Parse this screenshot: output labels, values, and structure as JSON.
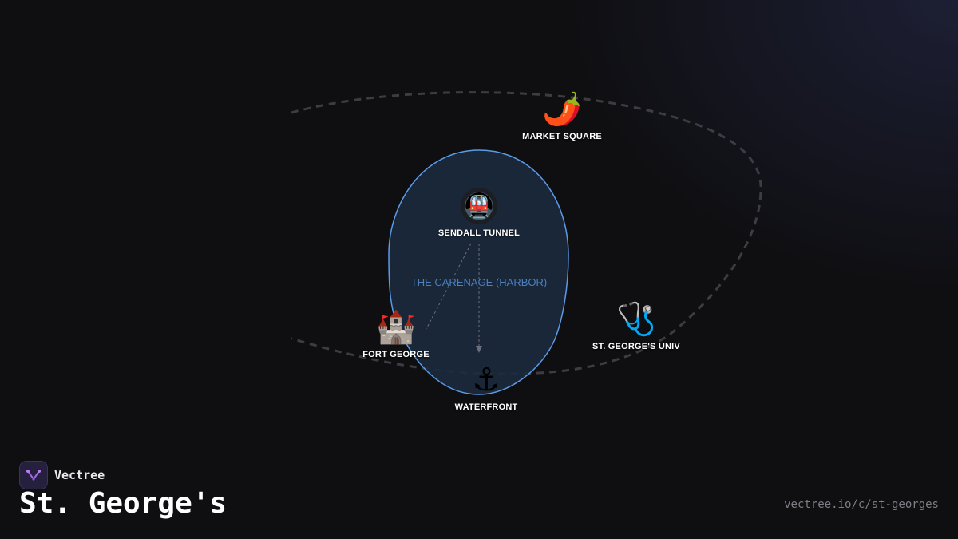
{
  "brand": {
    "name": "Vectree",
    "icon": "vectree-logo-icon"
  },
  "page": {
    "title": "St. George's",
    "url": "vectree.io/c/st-georges"
  },
  "colors": {
    "background": "#0f0f12",
    "area_stroke": "#5b9be6",
    "area_fill": "#1b2a3e",
    "area_label": "#4a7fc0",
    "route_dash": "#3c3c42",
    "connector": "#6b6f7a"
  },
  "area": {
    "label": "THE CARENAGE (HARBOR)"
  },
  "places": {
    "market_square": {
      "label": "MARKET SQUARE",
      "icon": "hot-pepper-icon",
      "glyph": "🌶️"
    },
    "sendall_tunnel": {
      "label": "SENDALL TUNNEL",
      "icon": "metro-icon",
      "glyph": "🚇"
    },
    "fort_george": {
      "label": "FORT GEORGE",
      "icon": "castle-icon",
      "glyph": "🏰"
    },
    "waterfront": {
      "label": "WATERFRONT",
      "icon": "anchor-icon",
      "glyph": "⚓"
    },
    "st_georges_univ": {
      "label": "ST. GEORGE'S UNIV",
      "icon": "stethoscope-icon",
      "glyph": "🩺"
    }
  }
}
